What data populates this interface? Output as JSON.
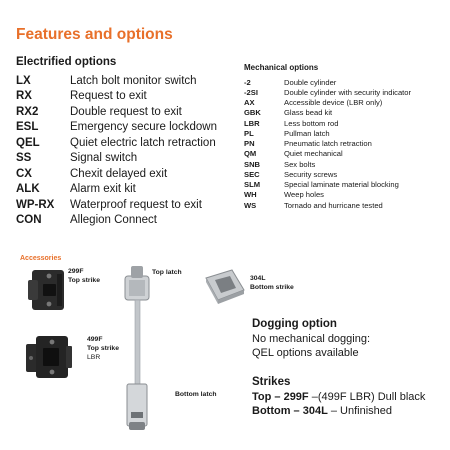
{
  "title": "Features and options",
  "electrified": {
    "heading": "Electrified options",
    "items": [
      {
        "code": "LX",
        "desc": "Latch bolt monitor switch"
      },
      {
        "code": "RX",
        "desc": "Request to exit"
      },
      {
        "code": "RX2",
        "desc": "Double request to exit"
      },
      {
        "code": "ESL",
        "desc": "Emergency secure lockdown"
      },
      {
        "code": "QEL",
        "desc": "Quiet electric latch retraction"
      },
      {
        "code": "SS",
        "desc": "Signal switch"
      },
      {
        "code": "CX",
        "desc": "Chexit delayed exit"
      },
      {
        "code": "ALK",
        "desc": "Alarm exit kit"
      },
      {
        "code": "WP-RX",
        "desc": "Waterproof request to exit"
      },
      {
        "code": "CON",
        "desc": "Allegion Connect"
      }
    ]
  },
  "mechanical": {
    "heading": "Mechanical options",
    "items": [
      {
        "code": "-2",
        "desc": "Double cylinder"
      },
      {
        "code": "-2SI",
        "desc": "Double cylinder with security indicator"
      },
      {
        "code": "AX",
        "desc": "Accessible device (LBR only)"
      },
      {
        "code": "GBK",
        "desc": "Glass bead kit"
      },
      {
        "code": "LBR",
        "desc": "Less bottom rod"
      },
      {
        "code": "PL",
        "desc": "Pullman latch"
      },
      {
        "code": "PN",
        "desc": "Pneumatic latch retraction"
      },
      {
        "code": "QM",
        "desc": "Quiet mechanical"
      },
      {
        "code": "SNB",
        "desc": "Sex bolts"
      },
      {
        "code": "SEC",
        "desc": "Security screws"
      },
      {
        "code": "SLM",
        "desc": "Special laminate material blocking"
      },
      {
        "code": "WH",
        "desc": "Weep holes"
      },
      {
        "code": "WS",
        "desc": "Tornado and hurricane tested"
      }
    ]
  },
  "accessories": {
    "heading": "Accessories",
    "items": [
      {
        "code": "299F",
        "label": "Top strike"
      },
      {
        "code": "499F",
        "label": "Top strike",
        "note": "LBR"
      },
      {
        "label": "Top latch"
      },
      {
        "label": "Bottom latch"
      },
      {
        "code": "304L",
        "label": "Bottom strike"
      }
    ]
  },
  "dogging": {
    "heading": "Dogging option",
    "line1": "No mechanical dogging:",
    "line2": "QEL options available"
  },
  "strikes": {
    "heading": "Strikes",
    "top_label": "Top – 299F",
    "top_rest": " –(499F LBR) Dull black",
    "bottom_label": "Bottom – 304L",
    "bottom_rest": " – Unfinished"
  },
  "colors": {
    "accent": "#e8702a",
    "text": "#1a1a1a",
    "strike_black": "#2b2b2b",
    "metal": "#bfc3c7"
  }
}
